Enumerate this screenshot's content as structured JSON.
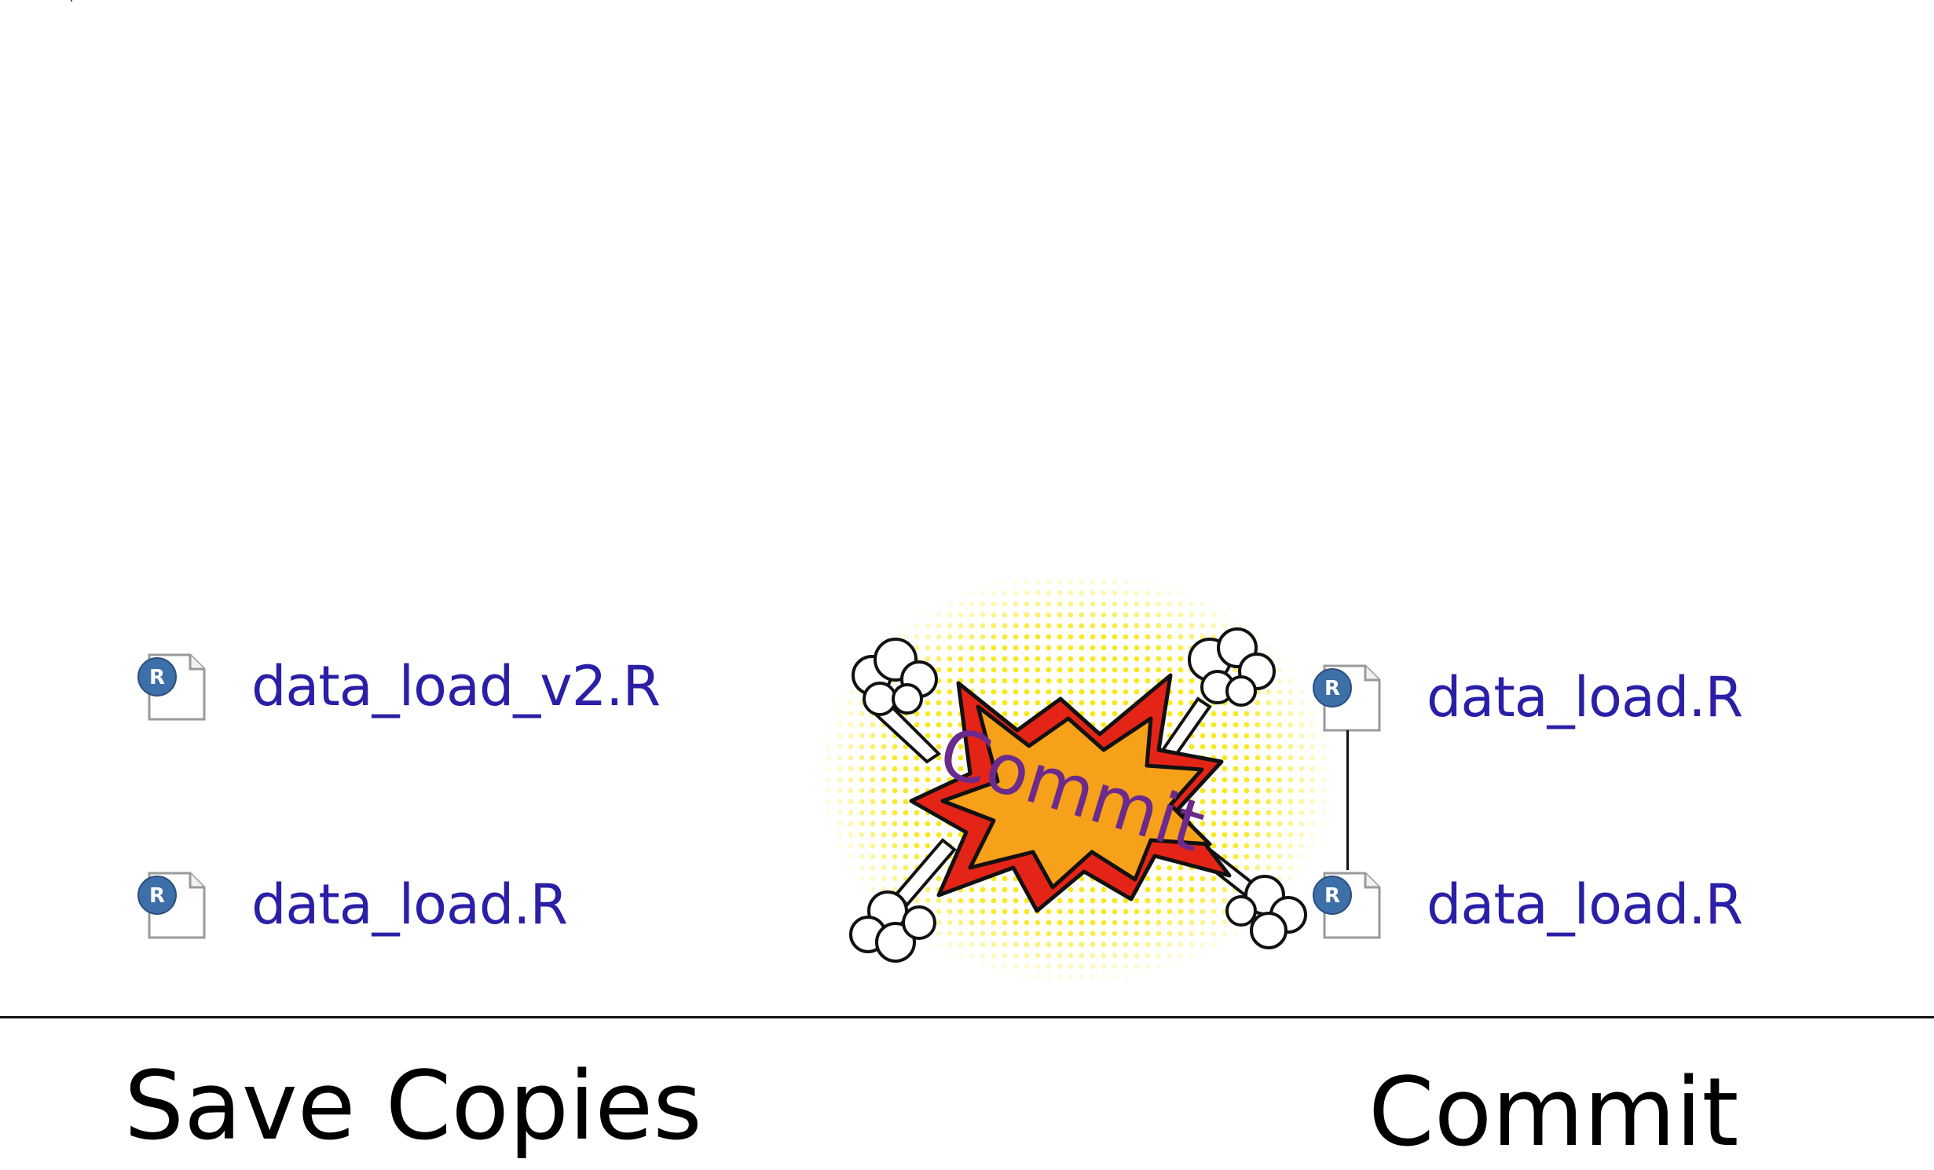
{
  "files": {
    "left_top": "data_load_v2.R",
    "left_bottom": "data_load.R",
    "right_top": "data_load.R",
    "right_bottom": "data_load.R"
  },
  "burst": {
    "label": "Commit"
  },
  "captions": {
    "left": "Save Copies",
    "right": "Commit"
  },
  "icon": {
    "badge_letter": "R",
    "badge_color": "#3d6fa8",
    "page_color": "#ffffff"
  },
  "colors": {
    "file_name": "#2a1fa6",
    "burst_orange": "#f7a11a",
    "burst_red": "#e42416",
    "burst_text": "#6b2a8c",
    "halftone": "#f6e600"
  }
}
